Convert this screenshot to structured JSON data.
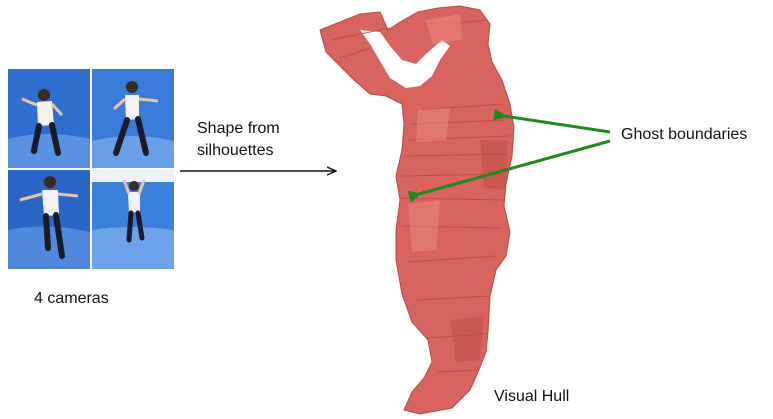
{
  "cameras": {
    "label": "4 cameras",
    "panels": [
      {
        "id": "cam-1",
        "background": "#2f6fd0"
      },
      {
        "id": "cam-2",
        "background": "#3a7ad8"
      },
      {
        "id": "cam-3",
        "background": "#2b66c6"
      },
      {
        "id": "cam-4",
        "background": "#3d80dc"
      }
    ]
  },
  "process": {
    "label_line1": "Shape from",
    "label_line2": "silhouettes"
  },
  "hull": {
    "label": "Visual Hull",
    "color": "#d9635f",
    "shade_color": "#b84a47",
    "highlight_color": "#e88a85"
  },
  "annotation": {
    "label": "Ghost boundaries",
    "arrow_color": "#1e8a1e"
  }
}
